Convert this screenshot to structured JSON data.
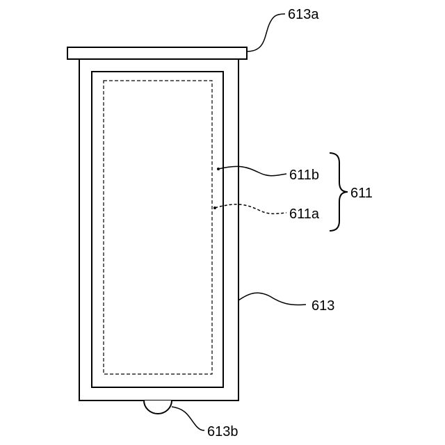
{
  "labels": {
    "cap": "613a",
    "inner_solid": "611b",
    "group": "611",
    "inner_dashed": "611a",
    "outer_case": "613",
    "bottom_tab": "613b"
  }
}
